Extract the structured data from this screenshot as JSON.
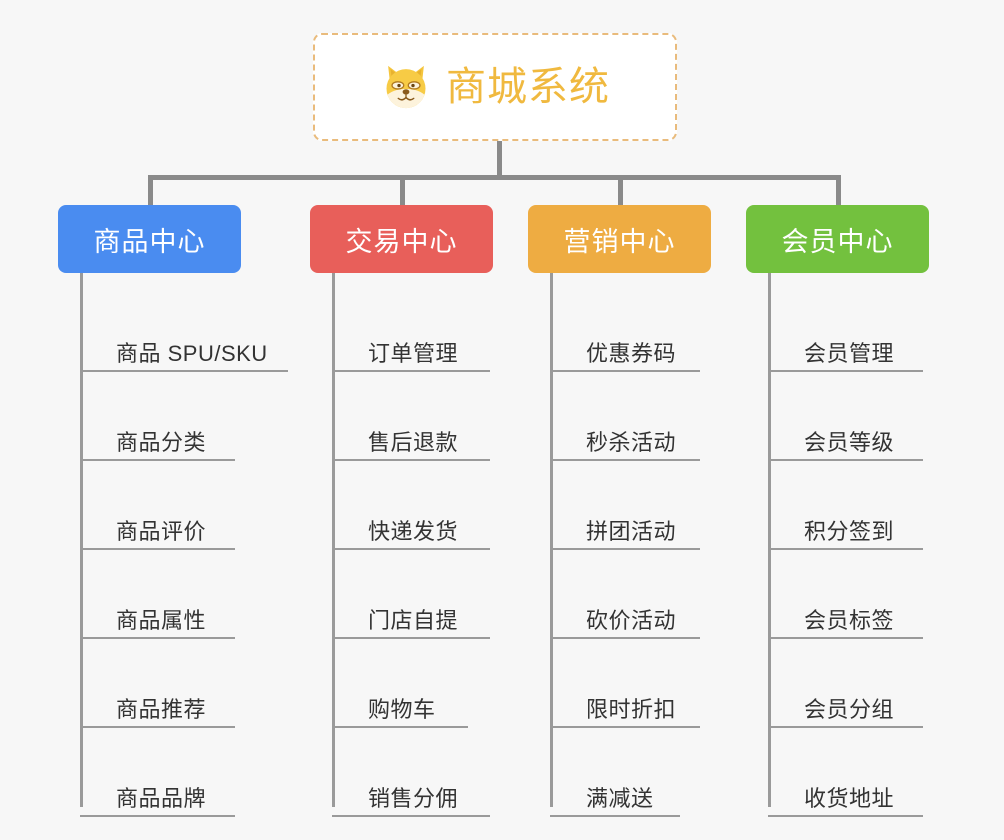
{
  "page": {
    "background_color": "#f7f7f7",
    "type": "mindmap"
  },
  "root": {
    "title": "商城系统",
    "icon": "shiba-dog-face-emoji",
    "text_color": "#f0b93f",
    "border_color": "#e9bb7c",
    "background_color": "#ffffff"
  },
  "connector_color": "#8a8a8a",
  "branches": [
    {
      "label": "商品中心",
      "color": "#4a8cf0",
      "underline_width": 208,
      "items": [
        {
          "label": "商品 SPU/SKU"
        },
        {
          "label": "商品分类"
        },
        {
          "label": "商品评价"
        },
        {
          "label": "商品属性"
        },
        {
          "label": "商品推荐"
        },
        {
          "label": "商品品牌"
        }
      ]
    },
    {
      "label": "交易中心",
      "color": "#e85f5a",
      "underline_width": 158,
      "items": [
        {
          "label": "订单管理"
        },
        {
          "label": "售后退款"
        },
        {
          "label": "快递发货"
        },
        {
          "label": "门店自提"
        },
        {
          "label": "购物车"
        },
        {
          "label": "销售分佣"
        }
      ]
    },
    {
      "label": "营销中心",
      "color": "#eeac42",
      "underline_width": 150,
      "items": [
        {
          "label": "优惠券码"
        },
        {
          "label": "秒杀活动"
        },
        {
          "label": "拼团活动"
        },
        {
          "label": "砍价活动"
        },
        {
          "label": "限时折扣"
        },
        {
          "label": "满减送"
        }
      ]
    },
    {
      "label": "会员中心",
      "color": "#73c13e",
      "underline_width": 155,
      "items": [
        {
          "label": "会员管理"
        },
        {
          "label": "会员等级"
        },
        {
          "label": "积分签到"
        },
        {
          "label": "会员标签"
        },
        {
          "label": "会员分组"
        },
        {
          "label": "收货地址"
        }
      ]
    }
  ]
}
